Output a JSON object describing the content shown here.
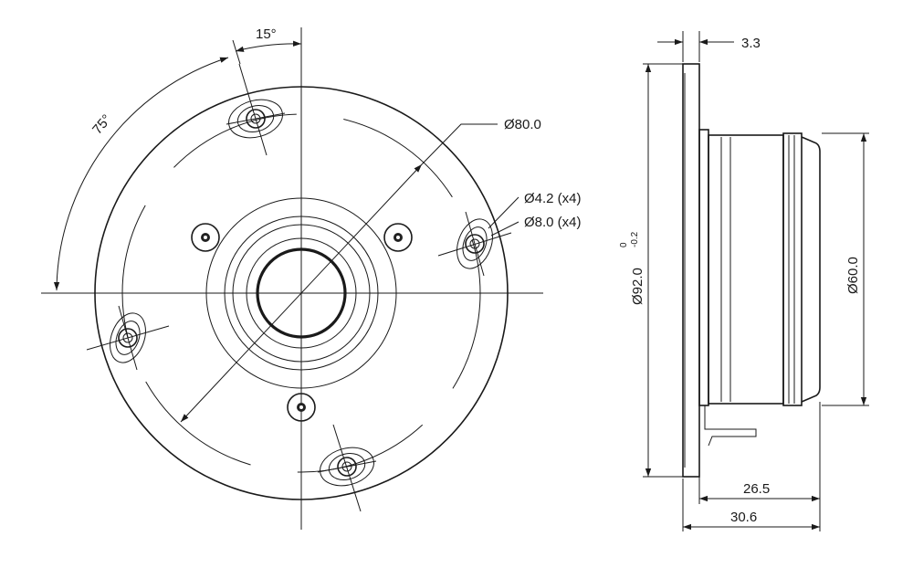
{
  "front_view": {
    "angle_top": "15°",
    "angle_side": "75°",
    "flange_diameter": "Ø80.0",
    "hole_small": "Ø4.2 (x4)",
    "hole_large": "Ø8.0 (x4)"
  },
  "side_view": {
    "flange_thickness": "3.3",
    "outer_diameter": "Ø92.0",
    "outer_tol_upper": "0",
    "outer_tol_lower": "-0.2",
    "body_diameter": "Ø60.0",
    "depth_body": "26.5",
    "depth_total": "30.6"
  },
  "colors": {
    "line": "#1a1a1a",
    "fill_dark": "#222222",
    "background": "#ffffff"
  }
}
